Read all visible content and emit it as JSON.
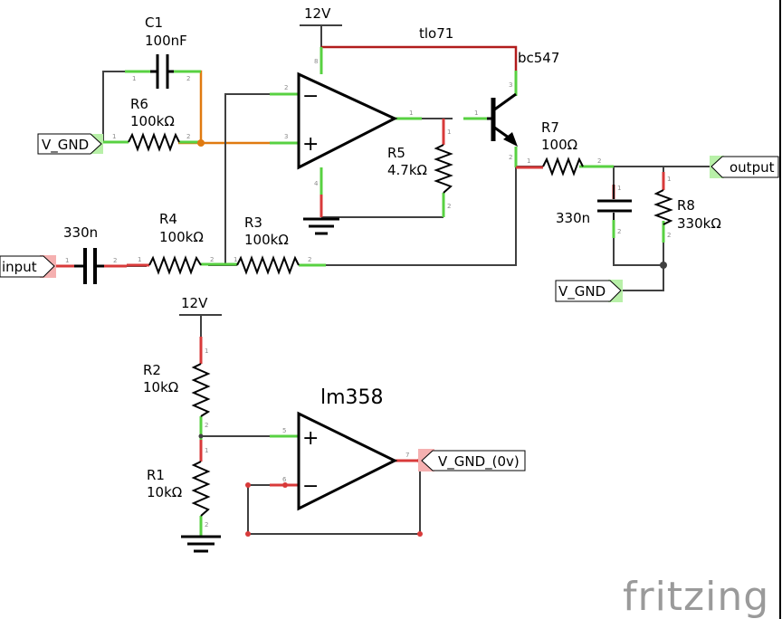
{
  "labels": {
    "c1_name": "C1",
    "c1_value": "100nF",
    "r6_name": "R6",
    "r6_value": "100kΩ",
    "vgnd_left": "V_GND",
    "supply_top": "12V",
    "opamp_top": "tlo71",
    "transistor": "bc547",
    "r5_name": "R5",
    "r5_value": "4.7kΩ",
    "r7_name": "R7",
    "r7_value": "100Ω",
    "output": "output",
    "c_out_value": "330n",
    "r8_name": "R8",
    "r8_value": "330kΩ",
    "vgnd_right": "V_GND",
    "c_in_value": "330n",
    "input": "input",
    "r4_name": "R4",
    "r4_value": "100kΩ",
    "r3_name": "R3",
    "r3_value": "100kΩ",
    "supply_bottom": "12V",
    "r2_name": "R2",
    "r2_value": "10kΩ",
    "opamp_bottom": "lm358",
    "r1_name": "R1",
    "r1_value": "10kΩ",
    "vgnd_out": "V_GND_(0v)",
    "brand": "fritzing"
  },
  "opamp_signs": {
    "top_minus": "−",
    "top_plus": "+",
    "bottom_plus": "+",
    "bottom_minus": "−"
  },
  "pins": {
    "c1_1": "1",
    "c1_2": "2",
    "r6_1": "1",
    "r6_2": "2",
    "u1_2": "2",
    "u1_3": "3",
    "u1_8": "8",
    "u1_4": "4",
    "u1_1": "1",
    "q_1": "1",
    "q_3": "3",
    "q_2": "2",
    "r5_1": "1",
    "r5_2": "2",
    "r7_1": "1",
    "r7_2": "2",
    "cout_1": "1",
    "cout_2": "2",
    "r8_1": "1",
    "r8_2": "2",
    "cin_1": "1",
    "cin_2": "2",
    "r4_1": "1",
    "r4_2": "2",
    "r3_1": "1",
    "r3_2": "2",
    "r2_1": "1",
    "r2_2": "2",
    "r1_1": "1",
    "r1_2": "2",
    "u2_5": "5",
    "u2_6": "6",
    "u2_7": "7"
  },
  "colors": {
    "wire": "#404040",
    "supply_wire": "#b11c1c",
    "signal_wire": "#e07a10",
    "connected_pin": "#58d142",
    "unconnected_pin": "#d83a3a"
  }
}
